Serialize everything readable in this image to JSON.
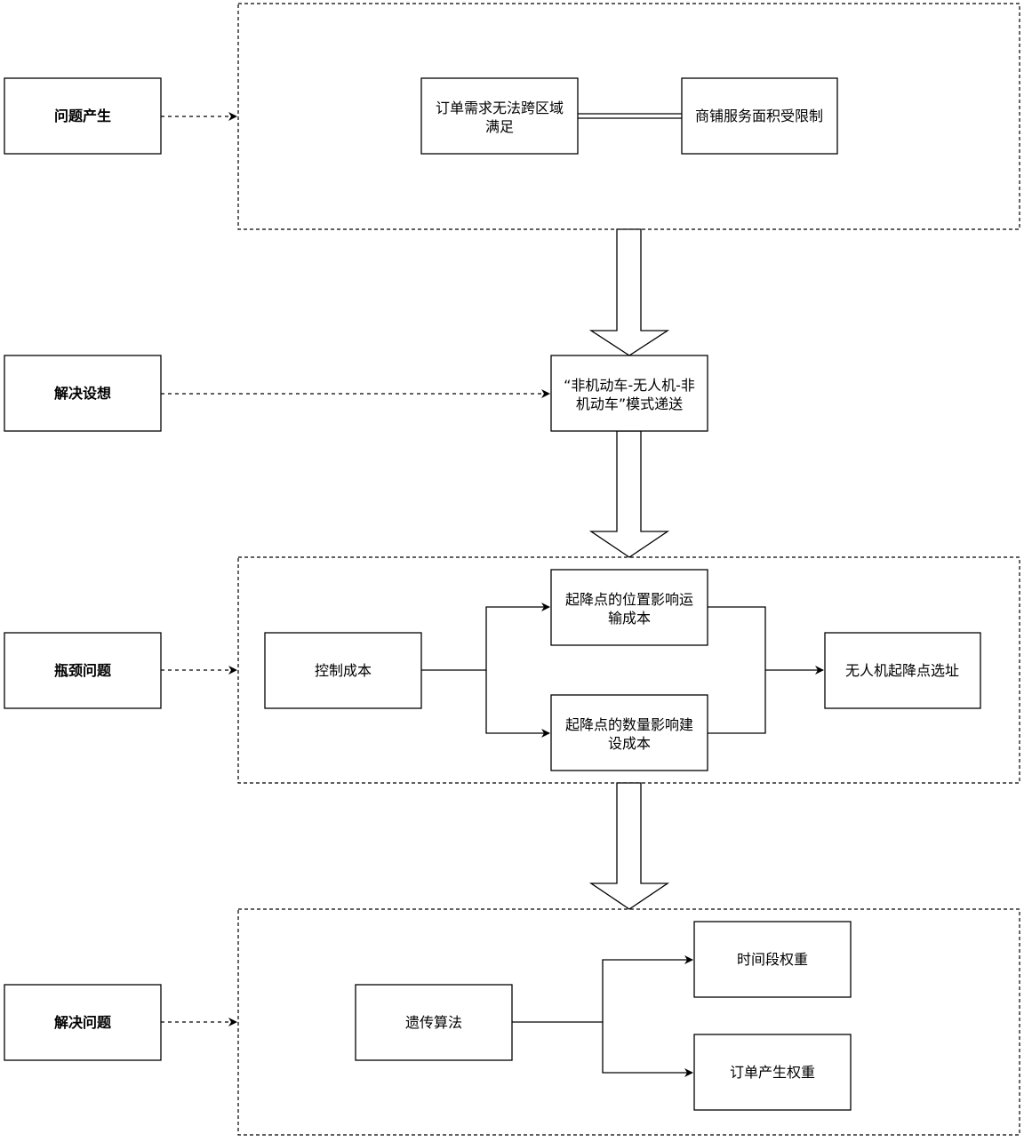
{
  "stages": {
    "problem_origin": "问题产生",
    "solution_idea": "解决设想",
    "bottleneck": "瓶颈问题",
    "solve_problem": "解决问题"
  },
  "nodes": {
    "order_demand_line1": "订单需求无法跨区域",
    "order_demand_line2": "满足",
    "shop_area": "商铺服务面积受限制",
    "delivery_mode_line1": "“非机动车-无人机-非",
    "delivery_mode_line2": "机动车”模式递送",
    "control_cost": "控制成本",
    "position_cost_line1": "起降点的位置影响运",
    "position_cost_line2": "输成本",
    "quantity_cost_line1": "起降点的数量影响建",
    "quantity_cost_line2": "设成本",
    "site_selection": "无人机起降点选址",
    "genetic_algorithm": "遗传算法",
    "time_weight": "时间段权重",
    "order_weight": "订单产生权重"
  }
}
